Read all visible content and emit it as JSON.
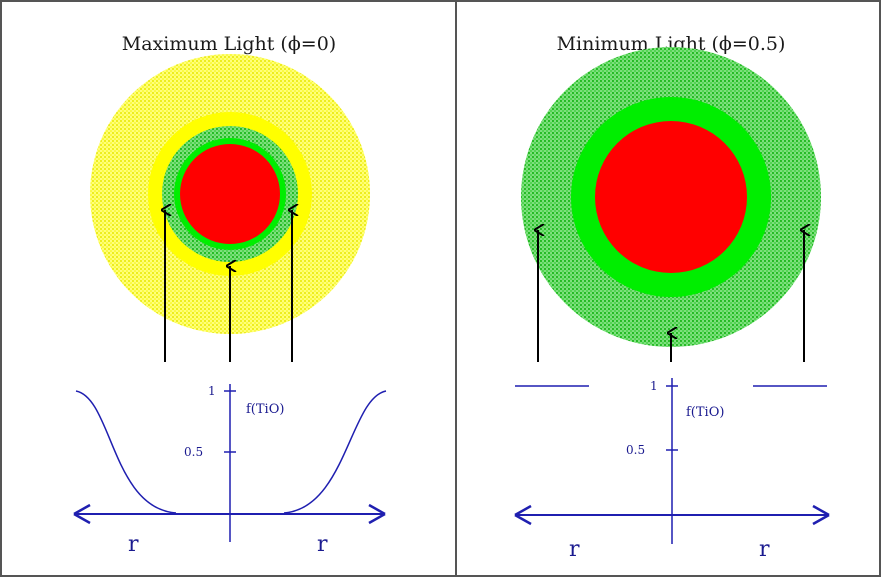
{
  "panels": [
    {
      "title": "Maximum Light (ϕ=0)",
      "y_label": "f(TiO)",
      "y_tick_top": "1",
      "y_tick_mid": "0.5",
      "x_label_left": "r",
      "x_label_right": "r"
    },
    {
      "title": "Minimum Light (ϕ=0.5)",
      "y_label": "f(TiO)",
      "y_tick_top": "1",
      "y_tick_mid": "0.5",
      "x_label_left": "r",
      "x_label_right": "r"
    }
  ],
  "colors": {
    "star_core": "#ff0000",
    "tio_spots": "#00ee00",
    "clear_photosphere": "#ffff00",
    "axis": "#1f1fb0",
    "arrow": "#000000",
    "frame": "#555555"
  }
}
